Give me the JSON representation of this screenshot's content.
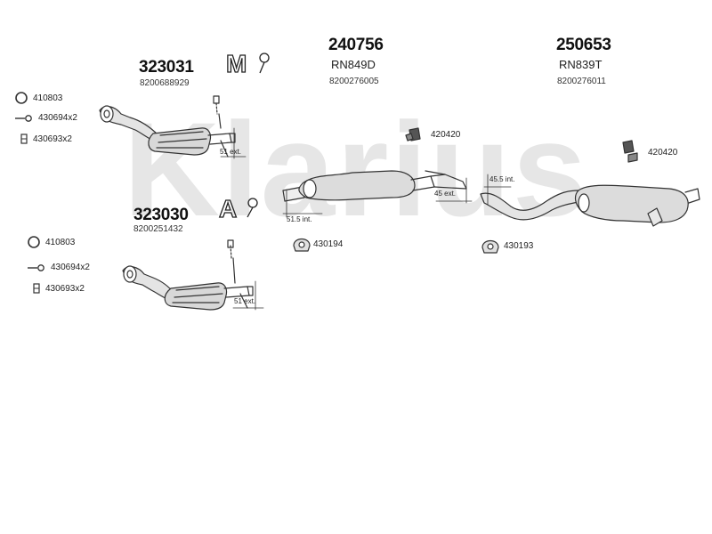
{
  "watermark": "Klarius",
  "colors": {
    "watermark": "#e6e6e6",
    "line": "#333333",
    "fill": "#dedede"
  },
  "group_top": {
    "part_no": "323031",
    "sub_no": "8200688929",
    "type_icon_label": "M",
    "accessories": [
      {
        "code": "410803",
        "icon": "ring-icon"
      },
      {
        "code": "430694x2",
        "icon": "bolt-icon"
      },
      {
        "code": "430693x2",
        "icon": "nut-icon"
      }
    ],
    "dim_label": "51 ext."
  },
  "group_bottom": {
    "part_no": "323030",
    "sub_no": "8200251432",
    "type_icon_label": "A",
    "accessories": [
      {
        "code": "410803",
        "icon": "ring-icon"
      },
      {
        "code": "430694x2",
        "icon": "bolt-icon"
      },
      {
        "code": "430693x2",
        "icon": "nut-icon"
      }
    ],
    "dim_label": "51 ext."
  },
  "center_silencer": {
    "part_no": "240756",
    "sub_code": "RN849D",
    "sub_no": "8200276005",
    "dim_label": "51.5 int.",
    "mount": "430194"
  },
  "rear_silencer": {
    "part_no": "250653",
    "sub_code": "RN839T",
    "sub_no": "8200276011",
    "dim_int": "45.5 int.",
    "dim_ext": "45 ext.",
    "mount": "430193"
  },
  "hangers": [
    "420420",
    "420420"
  ]
}
